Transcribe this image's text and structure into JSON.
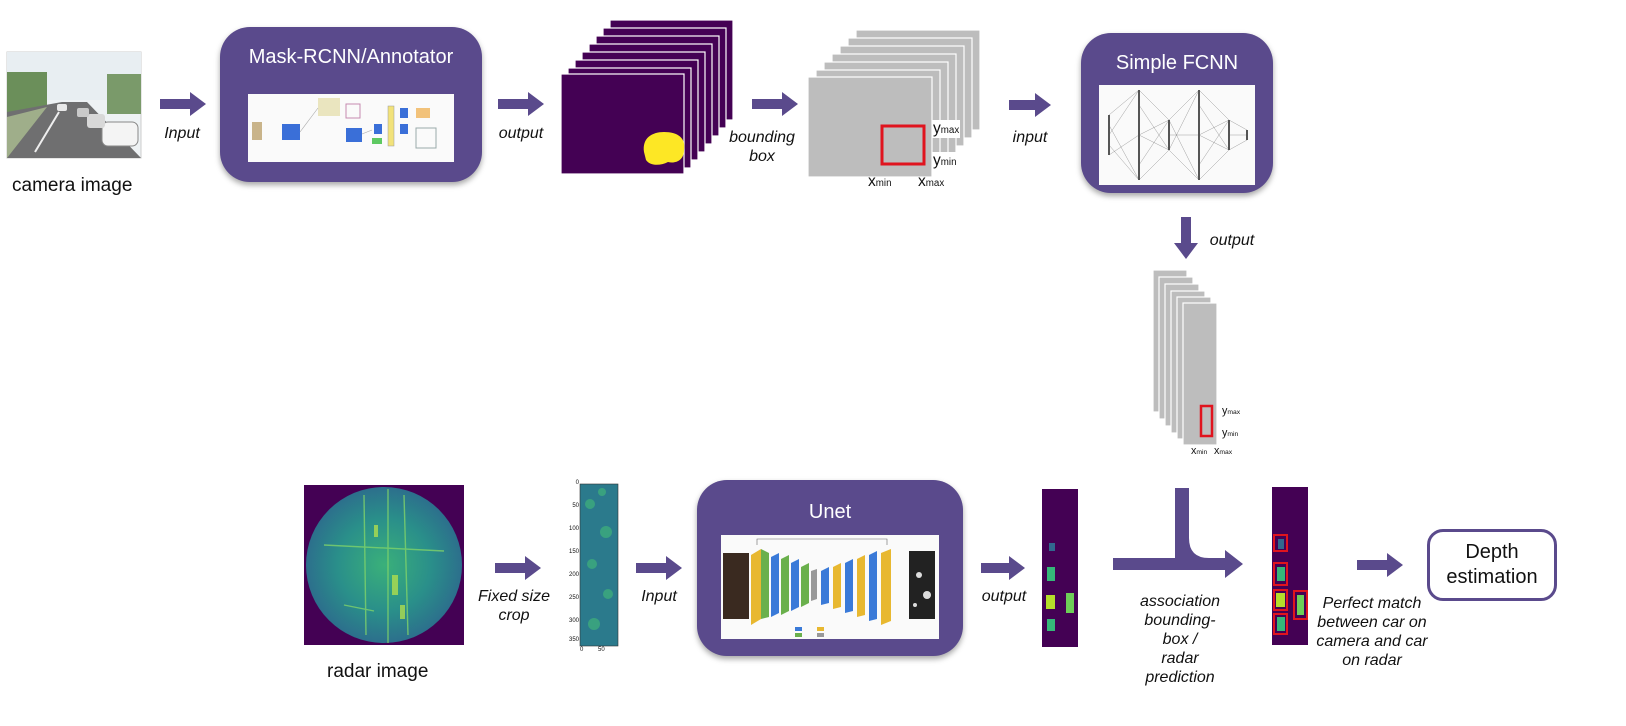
{
  "top": {
    "camera_caption": "camera image",
    "arrow1_label": "Input",
    "mask_box_title": "Mask-RCNN/Annotator",
    "arrow2_label": "output",
    "arrow3_label_line1": "bounding",
    "arrow3_label_line2": "box",
    "bbox_labels": {
      "ymax": "ymax",
      "ymin": "ymin",
      "xmin": "xmin",
      "xmax": "xmax"
    },
    "arrow4_label": "input",
    "fcnn_title": "Simple FCNN",
    "down_arrow_label": "output"
  },
  "bottom": {
    "radar_caption": "radar image",
    "crop_label_line1": "Fixed size",
    "crop_label_line2": "crop",
    "crop_axis_y": [
      "0",
      "50",
      "100",
      "150",
      "200",
      "250",
      "300",
      "350"
    ],
    "crop_axis_x": [
      "0",
      "50"
    ],
    "arrow_input_label": "Input",
    "unet_title": "Unet",
    "unet_output_label": "output",
    "assoc_label_line1": "association",
    "assoc_label_line2": "bounding-box /",
    "assoc_label_line3": "radar prediction",
    "match_label_line1": "Perfect match",
    "match_label_line2": "between car on",
    "match_label_line3": "camera and car",
    "match_label_line4": "on radar",
    "depth_box_text": "Depth\nestimation"
  },
  "colors": {
    "purple": "#5a4a8c",
    "viridis_dark": "#440154",
    "viridis_yellow": "#fde725",
    "viridis_teal": "#21918c",
    "viridis_green": "#5ec962",
    "red": "#e0141e",
    "gray": "#bdbdbd"
  }
}
